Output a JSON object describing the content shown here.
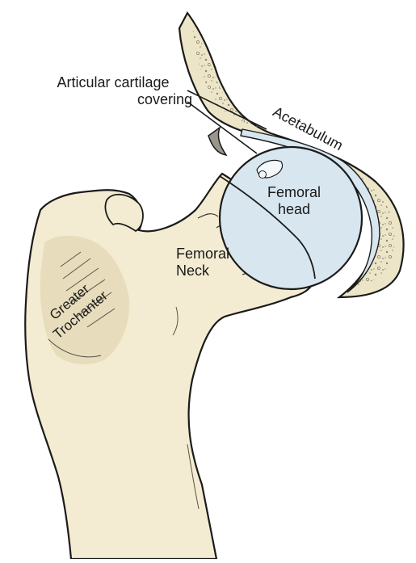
{
  "labels": {
    "articular_cartilage_line1": "Articular cartilage",
    "articular_cartilage_line2": "covering",
    "acetabulum": "Acetabulum",
    "femoral_head_line1": "Femoral",
    "femoral_head_line2": "head",
    "femoral_neck_line1": "Femoral",
    "femoral_neck_line2": "Neck",
    "greater_trochanter_line1": "Greater",
    "greater_trochanter_line2": "Trochanter"
  },
  "colors": {
    "bone": "#f3ecd2",
    "bone_shadow": "#e3d8b4",
    "cartilage": "#d7e6ef",
    "cortex_fill": "#ece5c8",
    "outline": "#1b1b1b",
    "trabecular_dots": "#8c8570"
  }
}
